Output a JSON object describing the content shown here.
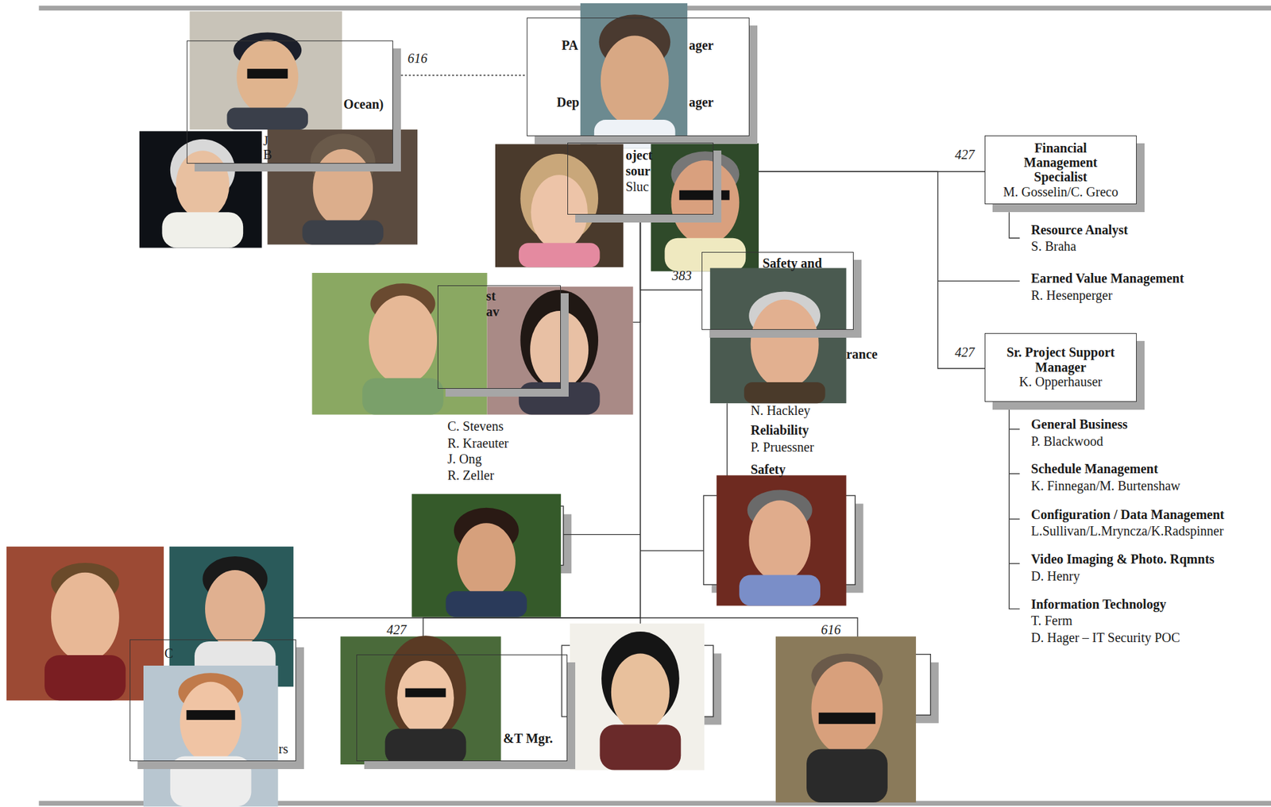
{
  "diagram": {
    "nodes": [
      {
        "text": [
          "Ocean)",
          "J",
          "B"
        ]
      },
      {
        "text": [
          "PA",
          "ager",
          "Dep",
          "ager"
        ]
      },
      {
        "text": [
          "oject",
          "sour",
          "Sluc"
        ]
      },
      {
        "text": [
          "Financial Management Specialist",
          "M. Gosselin/C. Greco"
        ]
      },
      {
        "text": [
          "Safety and"
        ]
      },
      {
        "text": [
          "st",
          "av"
        ]
      },
      {
        "text": [
          "Sr. Project Support Manager",
          "K. Opperhauser"
        ]
      },
      {
        "text": [
          "C",
          "rs"
        ]
      },
      {
        "text": [
          "&T Mgr."
        ]
      }
    ],
    "edges": [
      {
        "from": 0,
        "to": 1,
        "arrow": "none",
        "label": "616"
      },
      {
        "from": 1,
        "to": 2,
        "arrow": "none"
      },
      {
        "from": 2,
        "to": 3,
        "arrow": "none",
        "label": "427"
      },
      {
        "from": 2,
        "to": 6,
        "arrow": "none",
        "label": "427"
      },
      {
        "from": 2,
        "to": 4,
        "arrow": "none",
        "label": "383"
      },
      {
        "from": 2,
        "to": 5,
        "arrow": "none"
      },
      {
        "from": 2,
        "to": 8,
        "arrow": "none",
        "label": "427"
      },
      {
        "from": 2,
        "to": 7,
        "arrow": "none"
      }
    ],
    "labels": [
      "Resource Analyst",
      "S. Braha",
      "Earned Value Management",
      "R. Hesenperger",
      "General Business",
      "P. Blackwood",
      "Schedule Management",
      "K. Finnegan/M. Burtenshaw",
      "Configuration / Data Management",
      "L.Sullivan/L.Mryncza/K.Radspinner",
      "Video Imaging & Photo. Rqmnts",
      "D. Henry",
      "Information Technology",
      "T. Ferm",
      "D. Hager – IT Security POC",
      "rance",
      "N. Hackley",
      "Reliability",
      "P. Pruessner",
      "Safety",
      "C. Stevens",
      "R. Kraeuter",
      "J. Ong",
      "R. Zeller",
      "616"
    ]
  }
}
